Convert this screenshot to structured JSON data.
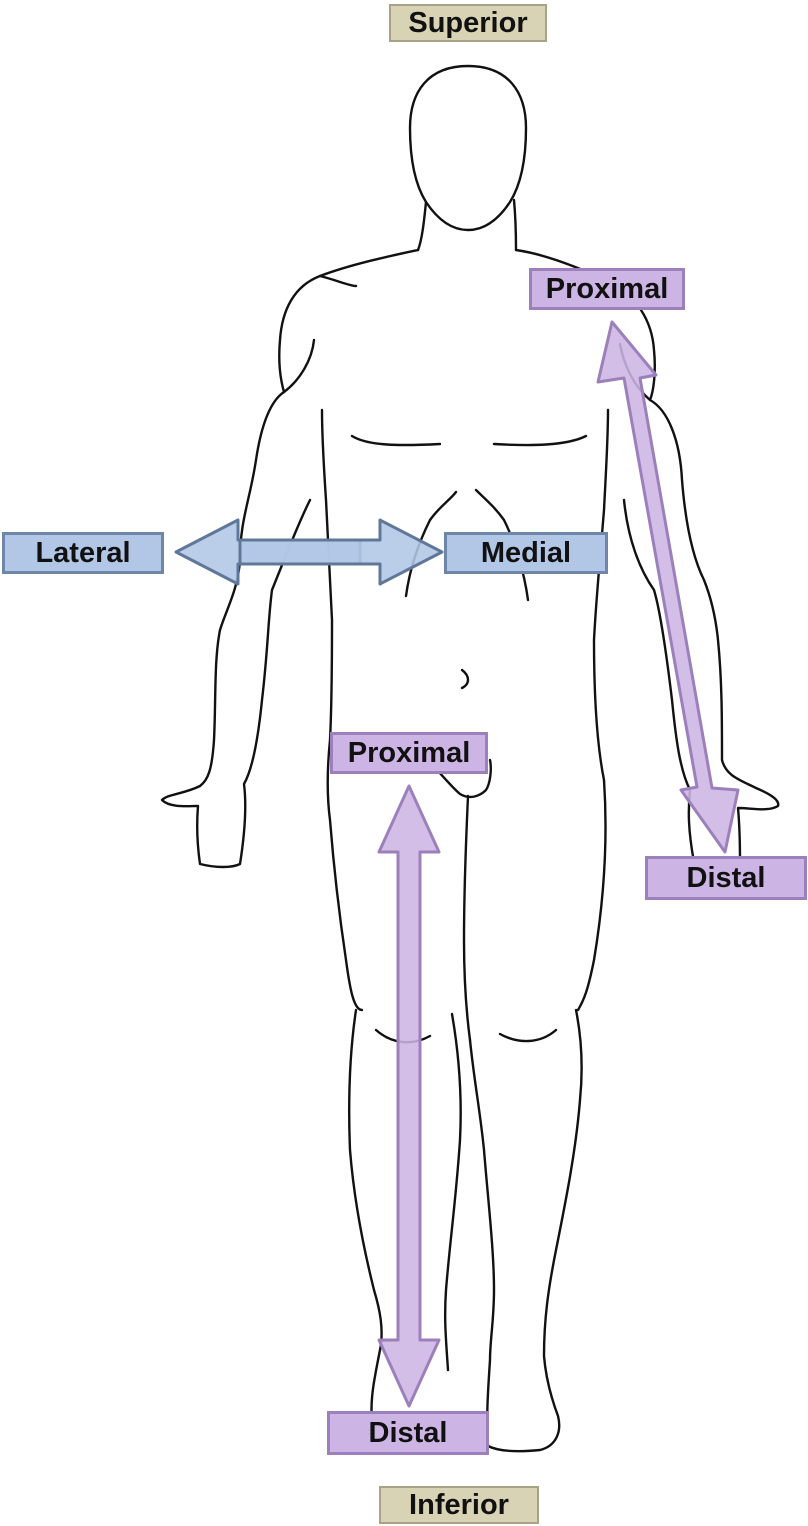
{
  "labels": {
    "superior": "Superior",
    "inferior": "Inferior",
    "lateral": "Lateral",
    "medial": "Medial",
    "proximal_arm": "Proximal",
    "distal_arm": "Distal",
    "proximal_leg": "Proximal",
    "distal_leg": "Distal"
  },
  "colors": {
    "tan_fill": "#d8d3b5",
    "blue_fill": "#b2c7e6",
    "purple_fill": "#ccb5e4",
    "outline": "#111111"
  }
}
